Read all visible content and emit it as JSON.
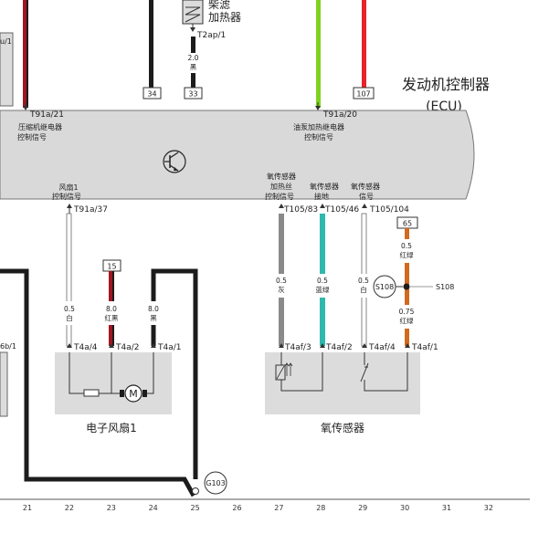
{
  "ecu": {
    "title": "发动机控制器",
    "subtitle": "(ECU)"
  },
  "fuel_filter_heater": {
    "name_line1": "柴滤",
    "name_line2": "加热器",
    "pin": "T2ap/1",
    "wire_size": "2.0",
    "wire_color": "黑"
  },
  "boxes": {
    "b34": "34",
    "b33": "33",
    "b107": "107",
    "b15": "15",
    "b65": "65"
  },
  "ecu_top_labels": {
    "t91a21_pin": "T91a/21",
    "compressor_relay_line1": "压缩机继电器",
    "compressor_relay_line2": "控制信号",
    "t91a20_pin": "T91a/20",
    "oil_pump_relay_line1": "油泵加热继电器",
    "oil_pump_relay_line2": "控制信号",
    "left_edge_label": "u/1"
  },
  "ecu_bottom_labels": {
    "fan_ctrl_line1": "风扇1",
    "fan_ctrl_line2": "控制信号",
    "fan_ctrl_pin": "T91a/37",
    "o2_heater_line1": "氧传感器",
    "o2_heater_line2": "加热丝",
    "o2_heater_line3": "控制信号",
    "o2_ground_line1": "氧传感器",
    "o2_ground_line2": "接地",
    "o2_signal_line1": "氧传感器",
    "o2_signal_line2": "信号",
    "pin_t105_83": "T105/83",
    "pin_t105_46": "T105/46",
    "pin_t105_104": "T105/104"
  },
  "wires": {
    "fan_w1_size": "0.5",
    "fan_w1_color": "白",
    "fan_w2_size": "8.0",
    "fan_w2_color": "红黑",
    "fan_w3_size": "8.0",
    "fan_w3_color": "黑",
    "o2_w1_size": "0.5",
    "o2_w1_color": "灰",
    "o2_w2_size": "0.5",
    "o2_w2_color": "蓝绿",
    "o2_w3_size": "0.5",
    "o2_w3_color": "白",
    "o2_w4a_size": "0.5",
    "o2_w4a_color": "红绿",
    "o2_w4b_size": "0.75",
    "o2_w4b_color": "红绿"
  },
  "splice": {
    "id": "S108",
    "label": "S108"
  },
  "fan": {
    "name": "电子风扇1",
    "pin1": "T4a/4",
    "pin2": "T4a/2",
    "pin3": "T4a/1",
    "motor_symbol": "M"
  },
  "o2_sensor": {
    "name": "氧传感器",
    "pin1": "T4af/3",
    "pin2": "T4af/2",
    "pin3": "T4af/4",
    "pin4": "T4af/1"
  },
  "ground": {
    "id": "G103"
  },
  "left_lower_label": "6b/1",
  "grid_columns": [
    "21",
    "22",
    "23",
    "24",
    "25",
    "26",
    "27",
    "28",
    "29",
    "30",
    "31",
    "32"
  ],
  "colors": {
    "ecu_fill": "#d9d9d9",
    "component_fill": "#dcdcdc",
    "green_wire": "#7ed321",
    "red_wire": "#e8212b",
    "dark_red_wire": "#a01622",
    "black_wire": "#1c1c1c",
    "gray_wire": "#8a8a8a",
    "teal_wire": "#2fb8ad",
    "orange_wire": "#d2691e"
  }
}
